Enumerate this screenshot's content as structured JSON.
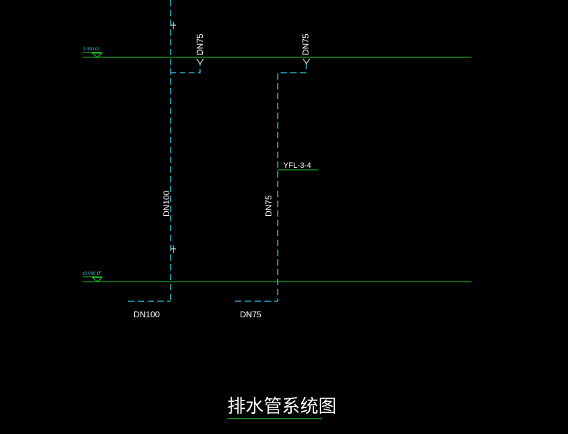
{
  "drawing": {
    "title": "排水管系统图",
    "top_floor_mark": {
      "level": "3.000",
      "floor": "01"
    },
    "bottom_floor_mark": {
      "level": "±0.000",
      "floor": "1F"
    },
    "labels": {
      "riser_left_size": "DN100",
      "riser_right_size": "DN75",
      "branch_left_size": "DN75",
      "branch_right_size": "DN75",
      "riser_tag": "YFL-3-4",
      "bottom_left_size": "DN100",
      "bottom_right_size": "DN75"
    },
    "colors": {
      "background": "#000000",
      "pipe": "#36d1e8",
      "floor_line": "#22d12a",
      "text": "#ffffff"
    }
  }
}
